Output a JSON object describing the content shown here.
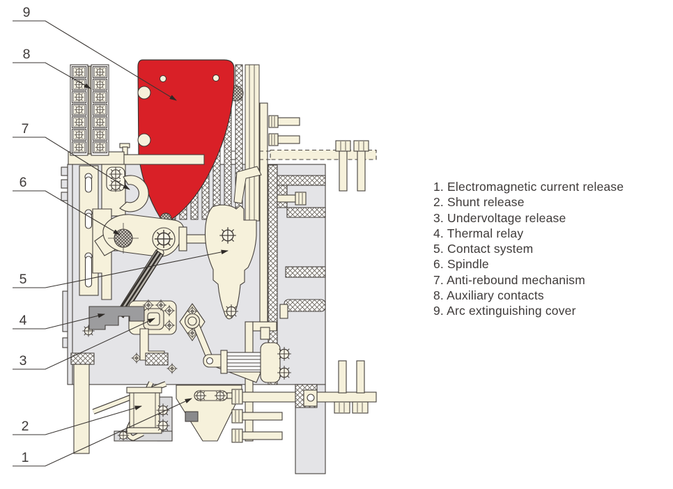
{
  "legend": {
    "items": [
      "1. Electromagnetic current release",
      "2. Shunt release",
      "3. Undervoltage release",
      "4. Thermal relay",
      "5. Contact system",
      "6. Spindle",
      "7. Anti-rebound mechanism",
      "8. Auxiliary contacts",
      "9. Arc extinguishing cover"
    ]
  },
  "callouts": {
    "items": [
      "9",
      "8",
      "7",
      "6",
      "5",
      "4",
      "3",
      "2",
      "1"
    ]
  },
  "colors": {
    "arc_cover_red": "#d92027",
    "part_cream": "#f6f1db",
    "body_gray": "#e4e4e7",
    "bracket_gray": "#dbdbdd",
    "dark_gray": "#9c9c9e",
    "outline": "#45403c",
    "text": "#3e3a39",
    "background": "#ffffff"
  }
}
